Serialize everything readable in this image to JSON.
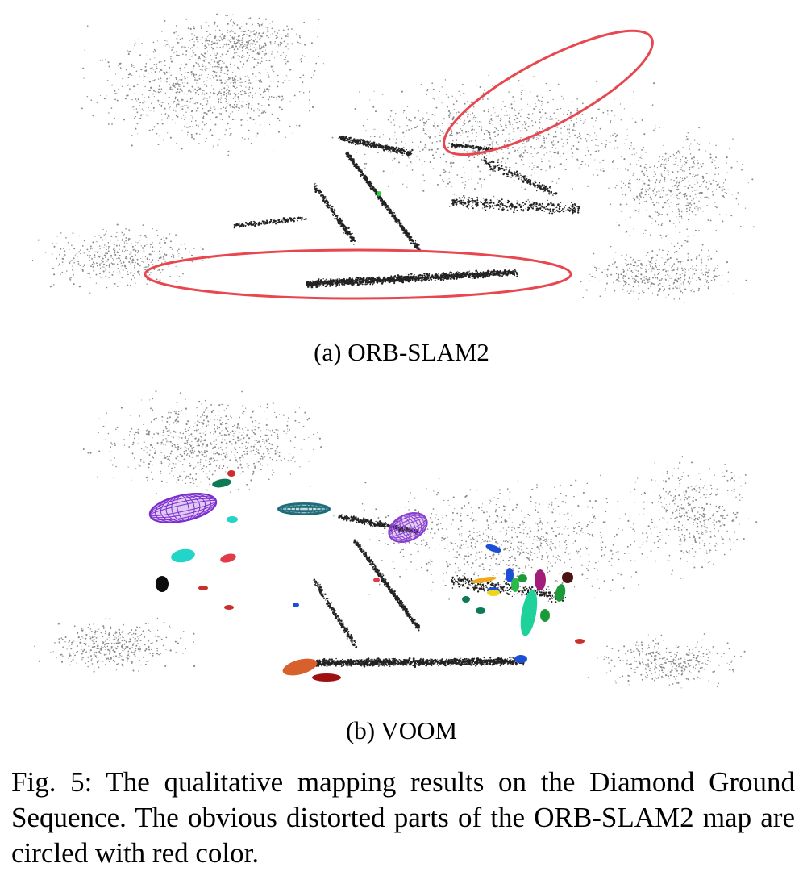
{
  "figure": {
    "panel_a": {
      "label": "(a) ORB-SLAM2",
      "highlight_color": "#e8474f",
      "point_color": "#222222"
    },
    "panel_b": {
      "label": "(b) VOOM",
      "point_color": "#222222",
      "object_colors": [
        "#7b2ccf",
        "#1f6b7a",
        "#8a3fd1",
        "#23d4c9",
        "#e23a4a",
        "#0b0b0b",
        "#c9302c",
        "#0c7a55",
        "#1b4fd6",
        "#f0d31a",
        "#2db84b",
        "#1c9a3a",
        "#a31d7a",
        "#4a1212",
        "#1fd19a",
        "#d8602c",
        "#9d1111",
        "#f2a71b"
      ]
    },
    "caption": "Fig. 5: The qualitative mapping results on the Diamond Ground Sequence. The obvious distorted parts of the ORB-SLAM2 map are circled with red color."
  }
}
